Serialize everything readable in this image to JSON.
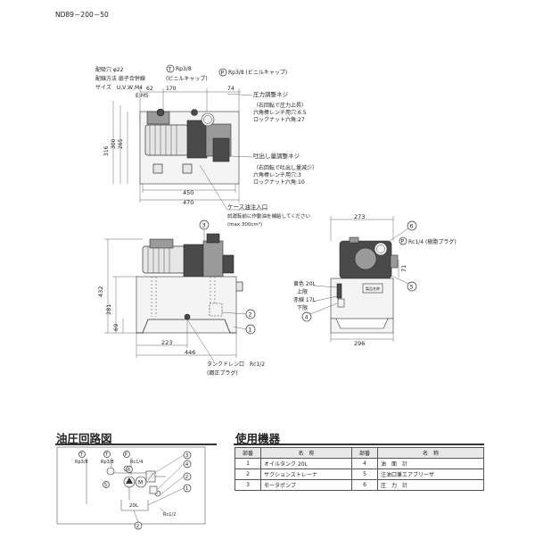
{
  "model_code": "ND89－200－50",
  "drawing": {
    "labels": {
      "suction_mouth": "配吸穴 φ22",
      "wiring_method": "配線方法 扇子合併線",
      "size_line1": "サイズ　U,V,W,M4",
      "size_line2": "E:M5",
      "port_rp38_a": "Rp3/8",
      "vinyl_cap_a": "(ビニルキャップ)",
      "port_rp38_b": "Rp3/8 (ビニルキャップ)",
      "pressure_screw_title": "圧力調整ネジ",
      "pressure_screw_l1": "（右回転で圧力上昇）",
      "pressure_screw_l2": "六角棒レンチ用穴:6.5",
      "pressure_screw_l3": "ロックナット六角:27",
      "discharge_screw_title": "吐出し量調整ネジ",
      "discharge_screw_l1": "（右回転で吐出し量減少）",
      "discharge_screw_l2": "六角棒レンチ用穴:3",
      "discharge_screw_l3": "ロックナット六角:10",
      "case_oil_inlet": "ケース油注入口",
      "case_oil_note1": "試運転前に作動油を補給してください",
      "case_oil_note2": "(max 300cm³)",
      "tank_drain": "タンクドレン口　Rc1/2",
      "tank_drain_note": "(鋼正プラグ)",
      "pc_port": "Rc1/4 (樹脂プラグ)",
      "level_yellow": "黄色 20L",
      "level_upper": "上限",
      "level_red": "赤線 17L",
      "level_lower": "下限",
      "plate_text": "製品名称"
    },
    "dims": {
      "d62": "62",
      "d170": "170",
      "d74": "74",
      "d316": "316",
      "d300": "300",
      "d265": "265",
      "d450": "450",
      "d470": "470",
      "d432": "432",
      "d281": "281",
      "d69": "69",
      "d223": "223",
      "d446": "446",
      "d273": "273",
      "d71": "71",
      "d296": "296"
    },
    "callouts": {
      "c1": "1",
      "c2": "2",
      "c3": "3",
      "c4": "4",
      "c5": "5",
      "c6": "6",
      "T": "T",
      "P": "P"
    }
  },
  "hydraulic_circuit": {
    "title": "油圧回路図",
    "labels": {
      "rp38_t": "Rp3/8",
      "rp38_b": "Rp3/8",
      "rc14": "Rc1/4",
      "tank_20l": "20L",
      "rc12": "Rc1/2",
      "m": "M",
      "t": "T",
      "p": "P"
    },
    "callouts": [
      "3",
      "4",
      "2",
      "1",
      "5",
      "6",
      "2"
    ]
  },
  "equipment": {
    "title": "使用機器",
    "headers": [
      "部番",
      "名　称",
      "部番",
      "名　称"
    ],
    "rows": [
      [
        "1",
        "オイルタンク 20L",
        "4",
        "油　面　計"
      ],
      [
        "2",
        "サクションストレーナ",
        "5",
        "注油口兼エアブリーザ"
      ],
      [
        "3",
        "モータポンプ",
        "6",
        "圧　力　計"
      ]
    ]
  }
}
